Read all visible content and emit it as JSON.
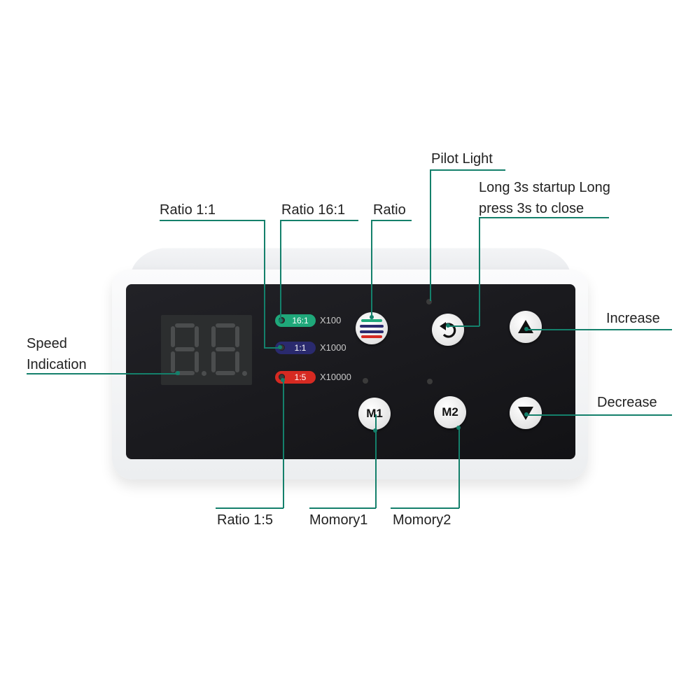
{
  "labels": {
    "pilot_light": "Pilot Light",
    "startup_line1": "Long 3s startup Long",
    "startup_line2": "press 3s to close",
    "ratio_1_1": "Ratio 1:1",
    "ratio_16_1": "Ratio 16:1",
    "ratio": "Ratio",
    "speed_line1": "Speed",
    "speed_line2": "Indication",
    "increase": "Increase",
    "decrease": "Decrease",
    "ratio_1_5": "Ratio 1:5",
    "memory1": "Momory1",
    "memory2": "Momory2"
  },
  "panel": {
    "pills": [
      {
        "text": "16:1",
        "multiplier": "X100",
        "color": "#1fa87a"
      },
      {
        "text": "1:1",
        "multiplier": "X1000",
        "color": "#2a2a6e"
      },
      {
        "text": "1:5",
        "multiplier": "X10000",
        "color": "#d62a22"
      }
    ],
    "buttons": {
      "m1": "M1",
      "m2": "M2"
    },
    "icons": {
      "ratio": "striped-ratio-icon",
      "power": "power-return-icon",
      "increase": "up-triangle-icon",
      "decrease": "down-triangle-icon"
    }
  },
  "colors": {
    "callout": "#14806b",
    "panel": "#1b1b1f"
  }
}
